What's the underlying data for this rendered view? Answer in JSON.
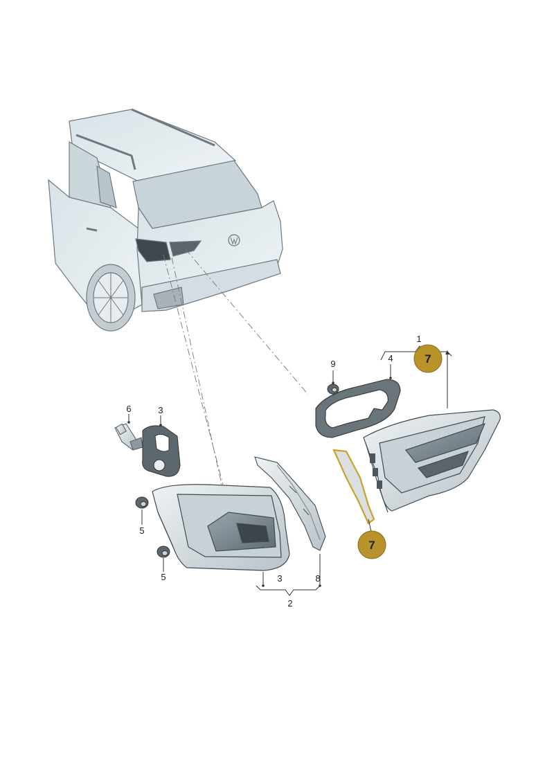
{
  "labels": {
    "l1": "1",
    "l2": "2",
    "l3a": "3",
    "l3b": "3",
    "l4": "4",
    "l5a": "5",
    "l5b": "5",
    "l6": "6",
    "l8": "8",
    "l9": "9"
  },
  "badges": {
    "top": "7",
    "bottom": "7"
  },
  "colors": {
    "highlight": "#c9a227",
    "badge_fill": "#b8922b",
    "line": "#555555",
    "part_fill": "#dfe6ea",
    "part_dark": "#7b8790"
  }
}
